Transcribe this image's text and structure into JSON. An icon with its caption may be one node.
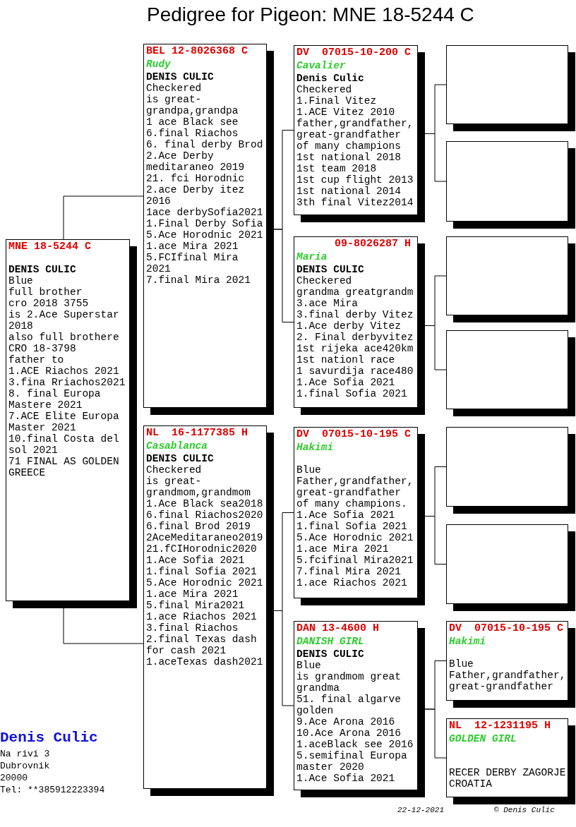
{
  "diagram": {
    "title": "Pedigree for Pigeon: MNE 18-5244 C",
    "nodes": [
      {
        "text": [
          "MNE 18-5244 C",
          "DENIS CULIC",
          "Blue",
          "full brother",
          "cro 2018 3755",
          "is 2.Ace Superstar 2018",
          "also full brothere",
          "CRO 18-3798",
          "father to",
          "1.ACE Riachos 2021",
          "3.fina Rriachos2021",
          "8. final Europa Mastere 2021",
          "7.ACE Elite Europa Master 2021",
          "10.final Costa del sol 2021",
          "71 FINAL AS GOLDEN GREECE"
        ]
      },
      {
        "text": [
          "BEL 12-8026368 C",
          "Rudy",
          "DENIS CULIC",
          "Checkered",
          "is great- grandpa,grandpa",
          "1 ace Black see",
          "6.final Riachos",
          "6. final derby Brod",
          "2.Ace Derby meditaraneo 2019",
          "21. fci Horodnic",
          "2.ace Derby itez 2016",
          "1ace derbySofia2021",
          "1.Final Derby Sofia",
          "5.Ace Horodnic 2021",
          "1.ace Mira 2021",
          "5.FCIfinal Mira 2021",
          "7.final Mira 2021"
        ]
      },
      {
        "text": [
          "DV  07015-10-200 C",
          "Cavalier",
          "Denis Culic",
          "Checkered",
          "1.Final Vitez",
          "1.ACE Vitez 2010",
          "father,grandfather, great-grandfather of many champions",
          "1st national 2018",
          "1st team 2018",
          "1st cup flight 2013",
          "1st national 2014",
          "3th final Vitez2014"
        ]
      },
      {
        "text": [],
        "shape": "box"
      },
      {
        "text": [],
        "shape": "box"
      },
      {
        "text": [
          "09-8026287 H",
          "Maria",
          "DENIS CULIC",
          "Checkered",
          "grandma greatgrandm",
          "3.ace Mira",
          "3.final derby Vitez",
          "1.Ace derby Vitez",
          "2. Final derbyvitez",
          "1st rijeka ace420km",
          "1st nationl race",
          "1 savurdija race480",
          "1.Ace Sofia 2021",
          "1.final Sofia 2021"
        ]
      },
      {
        "text": [],
        "shape": "box"
      },
      {
        "text": [],
        "shape": "box"
      },
      {
        "text": [
          "NL  16-1177385 H",
          "Casablanca",
          "DENIS CULIC",
          "Checkered",
          "is great- grandmom,grandmom",
          "1.Ace Black sea2018",
          "6.final Riachos2020",
          "6.final Brod 2019",
          "2AceMeditaraneo2019",
          "21.fCIHorodnic2020",
          "1.Ace Sofia 2021",
          "1.final Sofia 2021",
          "5.Ace Horodnic 2021",
          "1.ace Mira 2021",
          "5.final Mira2021",
          "1.ace Riachos 2021",
          "3.final Riachos",
          "2.final Texas dash for cash 2021",
          "1.aceTexas dash2021"
        ]
      },
      {
        "text": [
          "DV  07015-10-195 C",
          "Hakimi",
          "Blue",
          "Father,grandfather, great-grandfather of many champions.",
          "1.Ace Sofia 2021",
          "1.final Sofia 2021",
          "5.Ace Horodnic 2021",
          "1.ace Mira 2021",
          "5.fcifinal Mira2021",
          "7.final Mira 2021",
          "1.ace Riachos 2021"
        ]
      },
      {
        "text": [],
        "shape": "box"
      },
      {
        "text": [],
        "shape": "box"
      },
      {
        "text": [
          "DAN 13-4600 H",
          "DANISH GIRL",
          "DENIS CULIC",
          "Blue",
          "is grandmom great grandma",
          "51. final algarve golden",
          "9.Ace Arona 2016",
          "10.Ace Arona 2016",
          "1.aceBlack see 2016",
          "5.semifinal Europa master 2020",
          "1.Ace Sofia 2021"
        ]
      },
      {
        "text": [
          "DV  07015-10-195 C",
          "Hakimi",
          "Blue",
          "Father,grandfather, great-grandfather"
        ]
      },
      {
        "text": [
          "NL  12-1231195 H",
          "GOLDEN GIRL",
          "RECER DERBY ZAGORJE CROATIA"
        ]
      }
    ],
    "edges": [
      {
        "from": 0,
        "to": 1,
        "arrow": "none"
      },
      {
        "from": 0,
        "to": 8,
        "arrow": "none"
      },
      {
        "from": 1,
        "to": 2,
        "arrow": "none"
      },
      {
        "from": 1,
        "to": 5,
        "arrow": "none"
      },
      {
        "from": 2,
        "to": 3,
        "arrow": "none"
      },
      {
        "from": 2,
        "to": 4,
        "arrow": "none"
      },
      {
        "from": 5,
        "to": 6,
        "arrow": "none"
      },
      {
        "from": 5,
        "to": 7,
        "arrow": "none"
      },
      {
        "from": 8,
        "to": 9,
        "arrow": "none"
      },
      {
        "from": 8,
        "to": 12,
        "arrow": "none"
      },
      {
        "from": 9,
        "to": 10,
        "arrow": "none"
      },
      {
        "from": 9,
        "to": 11,
        "arrow": "none"
      },
      {
        "from": 12,
        "to": 13,
        "arrow": "none"
      },
      {
        "from": 12,
        "to": 14,
        "arrow": "none"
      }
    ],
    "labels": [
      "Denis Culic",
      "Na rivi 3",
      "Dubrovnik",
      "20000",
      "Tel: **385912223394",
      "22-12-2021",
      "© Denis Culic"
    ]
  }
}
